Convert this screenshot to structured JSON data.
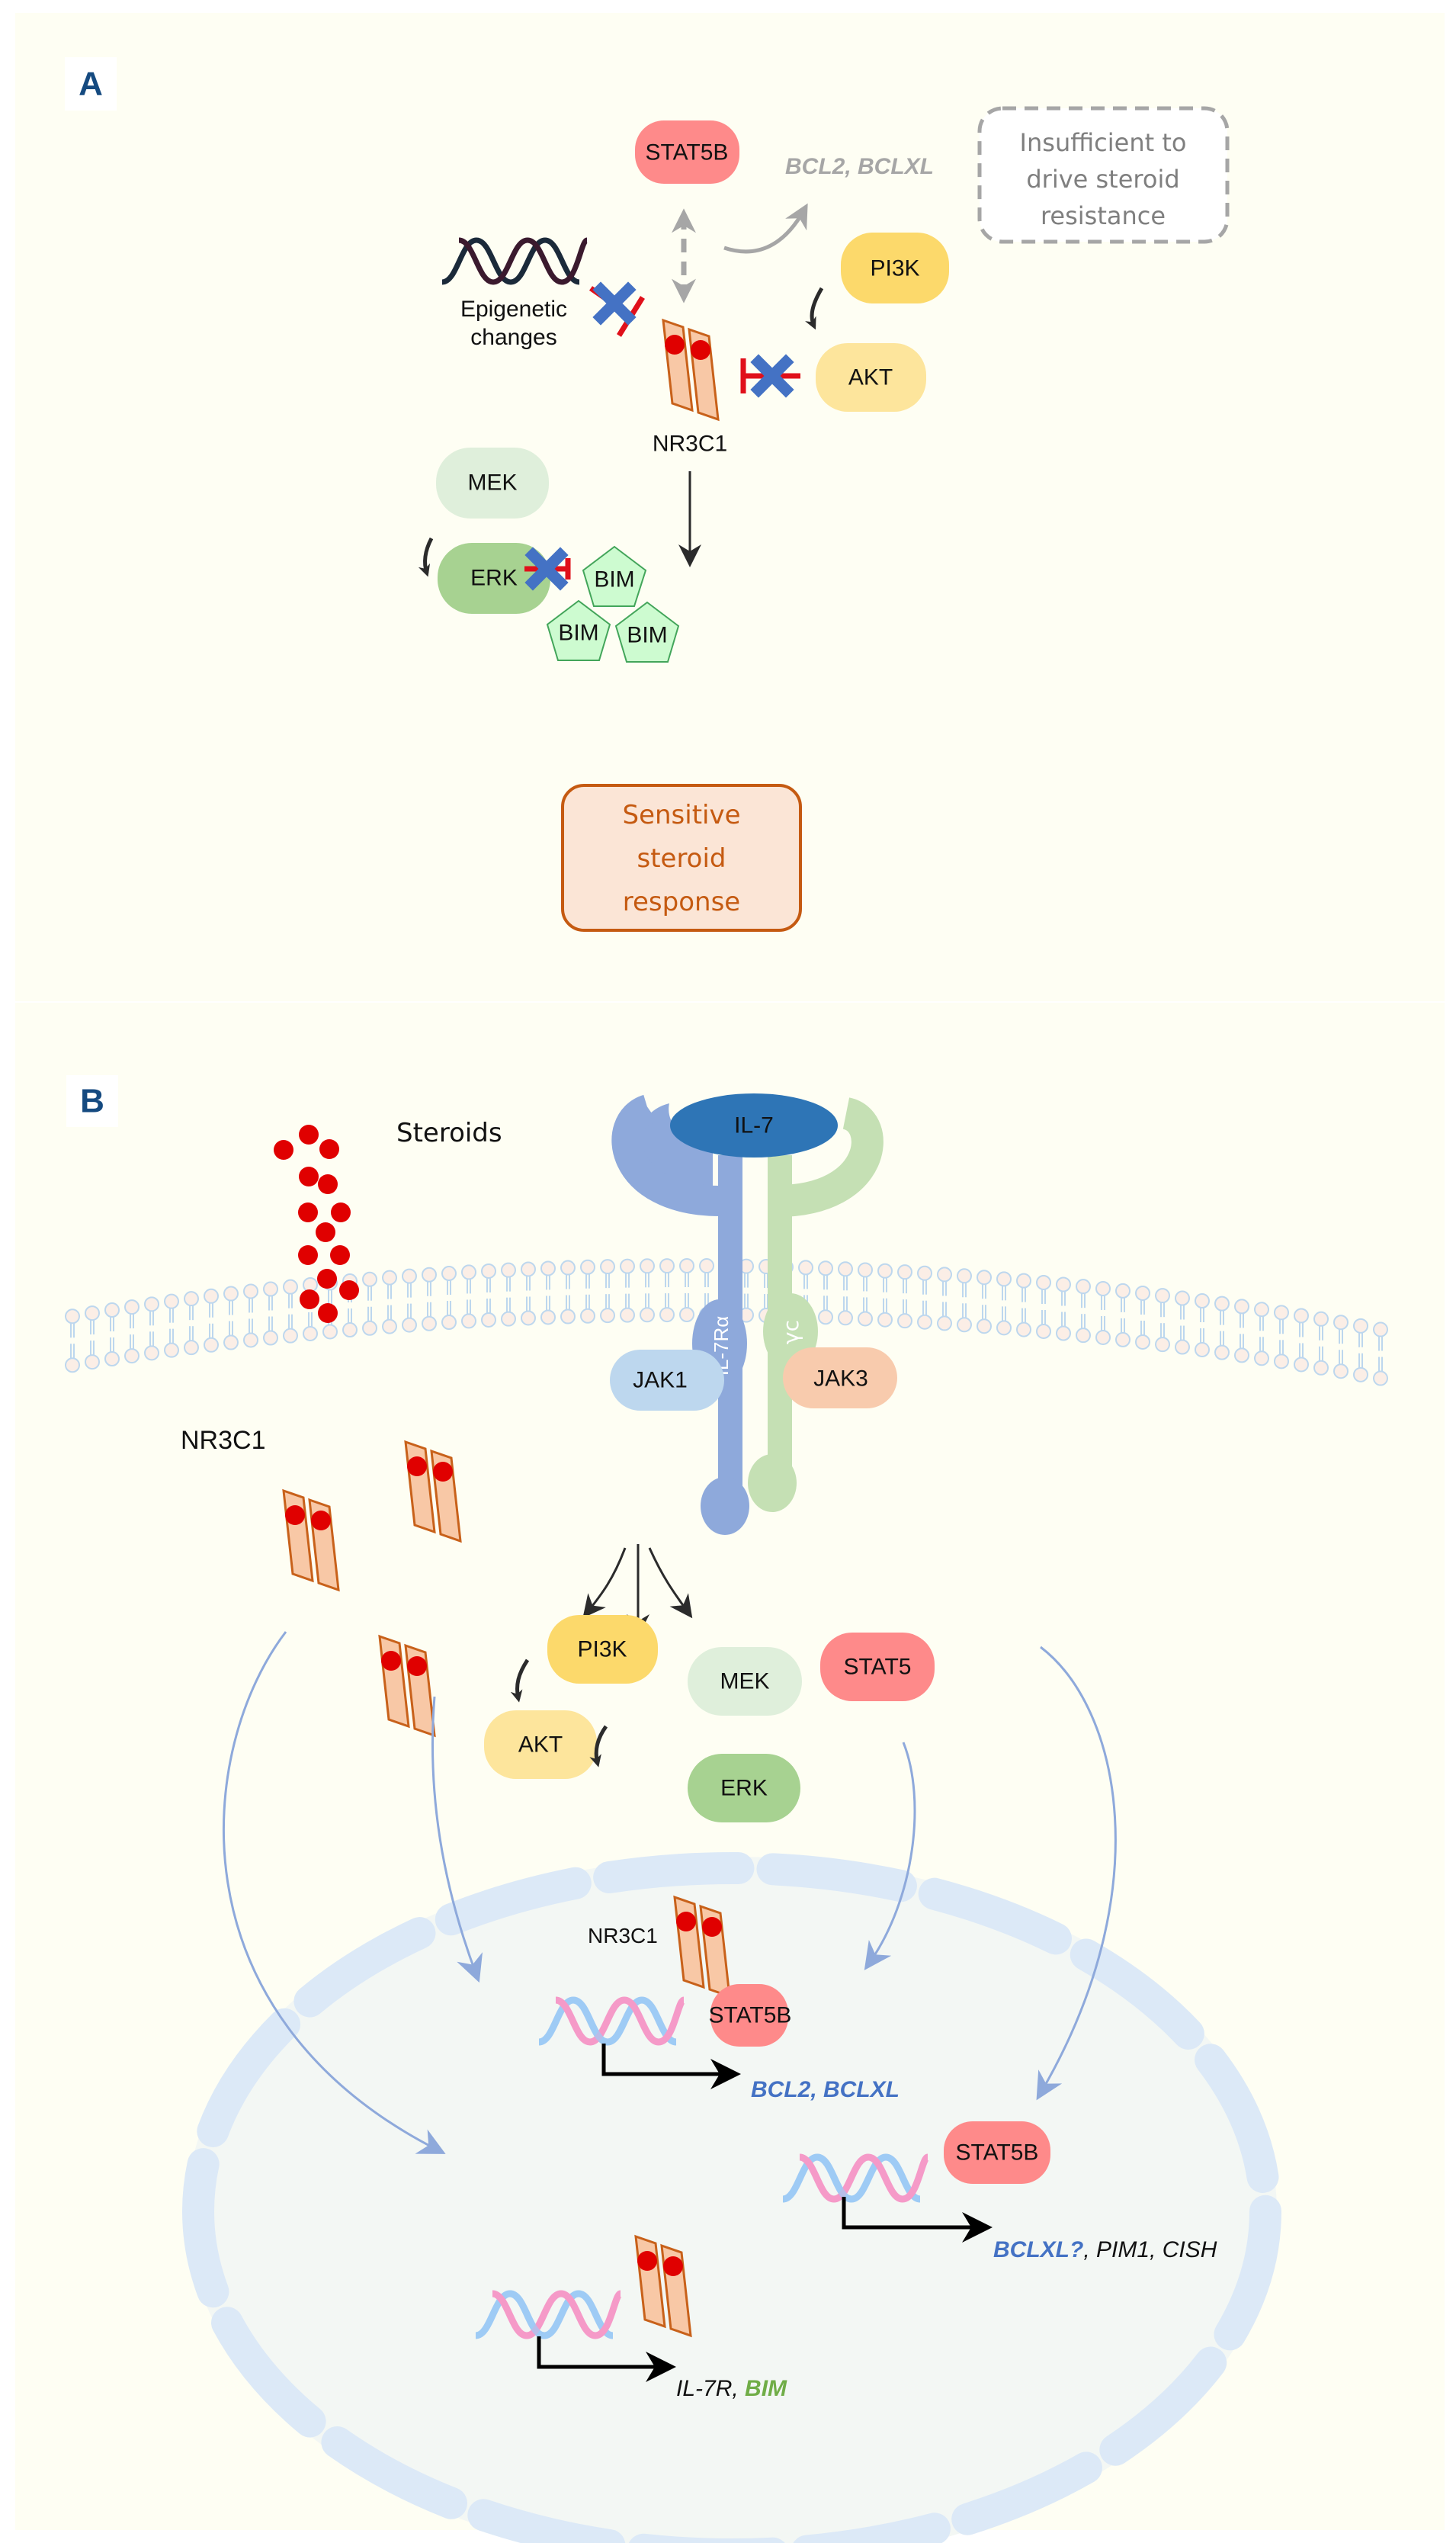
{
  "figure": {
    "panel_a": {
      "letter": "A",
      "nodes": {
        "stat5b": "STAT5B",
        "pi3k": "PI3K",
        "akt": "AKT",
        "mek": "MEK",
        "erk": "ERK",
        "nr3c1": "NR3C1",
        "bim": [
          "BIM",
          "BIM",
          "BIM"
        ]
      },
      "epigenetic_label": [
        "Epigenetic",
        "changes"
      ],
      "stat5b_targets": "BCL2, BCLXL",
      "insufficient_note": [
        "Insufficient to",
        "drive steroid",
        "resistance"
      ],
      "outcome": [
        "Sensitive",
        "steroid",
        "response"
      ]
    },
    "panel_b": {
      "letter": "B",
      "steroids_label": "Steroids",
      "nr3c1_label": "NR3C1",
      "ligand": "IL-7",
      "receptor_alpha": "IL-7Rα",
      "receptor_gamma": "γc",
      "jak1": "JAK1",
      "jak3": "JAK3",
      "nodes": {
        "pi3k": "PI3K",
        "mek": "MEK",
        "stat5": "STAT5",
        "akt": "AKT",
        "erk": "ERK"
      },
      "nucleus": {
        "complex_label": "NR3C1",
        "complex_stat5b": "STAT5B",
        "complex_targets": "BCL2, BCLXL",
        "stat5b_alone": "STAT5B",
        "stat5b_targets": [
          {
            "text": "BCLXL?",
            "color": "blue"
          },
          {
            "text": ", PIM1, CISH",
            "color": "black"
          }
        ],
        "nr3c1_targets": [
          {
            "text": "IL-7R, ",
            "color": "black"
          },
          {
            "text": "BIM",
            "color": "green"
          }
        ]
      }
    },
    "colors": {
      "background": "#fefef3",
      "panel_letter": "#154a80",
      "stat5": "#fe8a8a",
      "pi3k": "#fcd96b",
      "akt": "#fde59c",
      "mek": "#dfefdb",
      "erk": "#a7d291",
      "bim": "#cdfbd0",
      "nr3c1_fill": "#f8c8a6",
      "nr3c1_stroke": "#c8611a",
      "steroid": "#e00000",
      "il7": "#2e75b6",
      "il7ra": "#8ea9db",
      "gamma_c": "#c5e0b4",
      "jak1": "#bdd7ee",
      "jak3": "#f8cbad",
      "inhibit": "#e0101a",
      "block_x": "#4472c4",
      "gene_blue": "#4472c4",
      "gene_green": "#70ad47",
      "outcome_text": "#c55a11",
      "outcome_fill": "#fbe5d6",
      "nucleus_fill": "#f3f7f4",
      "nuclear_envelope": "#dce9f7"
    }
  }
}
